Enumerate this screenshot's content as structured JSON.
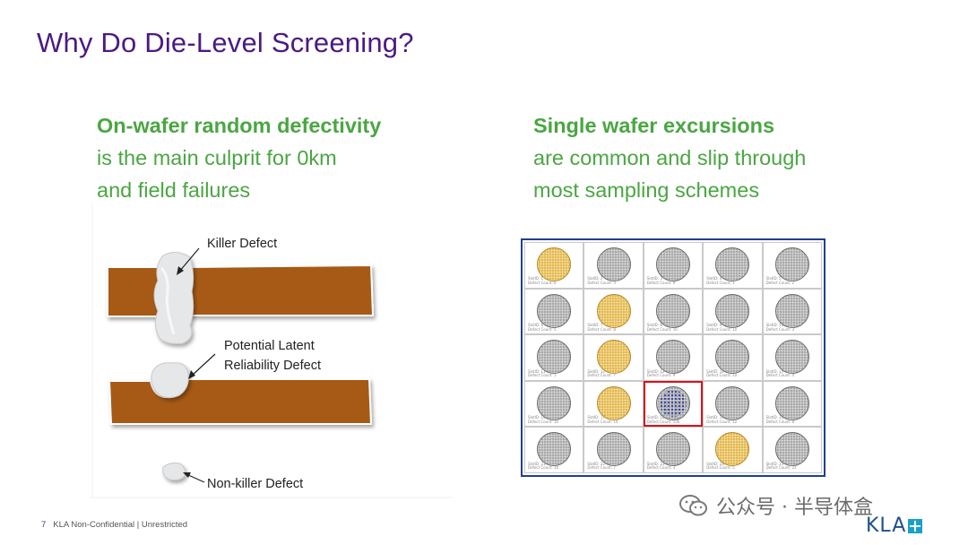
{
  "slide": {
    "title": "Why Do Die-Level Screening?",
    "page_number": "7",
    "footer_text": "KLA Non-Confidential | Unrestricted"
  },
  "left_column": {
    "lead": "On-wafer random defectivity",
    "line2": "is the main culprit for 0km",
    "line3": "and field failures"
  },
  "right_column": {
    "lead": "Single wafer excursions",
    "line2": "are common and slip through",
    "line3": "most sampling schemes"
  },
  "illustration": {
    "labels": {
      "killer": "Killer Defect",
      "latent_1": "Potential Latent",
      "latent_2": "Reliability Defect",
      "non_killer": "Non-killer Defect"
    },
    "colors": {
      "metal": "#a65a12",
      "defect": "#e6e7e8"
    }
  },
  "wafer_grid": {
    "highlight_color": "#d4161d",
    "cells": [
      {
        "slot": "SlotID: 1",
        "count": "Defect Count: 6",
        "color": "yellow"
      },
      {
        "slot": "SlotID: 2",
        "count": "Defect Count: 3",
        "color": "gray"
      },
      {
        "slot": "SlotID: 3",
        "count": "Defect Count: 9",
        "color": "gray"
      },
      {
        "slot": "SlotID: 4",
        "count": "Defect Count: 1",
        "color": "gray"
      },
      {
        "slot": "SlotID: 5",
        "count": "Defect Count: 2",
        "color": "gray"
      },
      {
        "slot": "SlotID: 6",
        "count": "Defect Count: 5",
        "color": "gray"
      },
      {
        "slot": "SlotID: 7",
        "count": "Defect Count: 8",
        "color": "yellow"
      },
      {
        "slot": "SlotID: 8",
        "count": "Defect Count: 10",
        "color": "gray"
      },
      {
        "slot": "SlotID: 9",
        "count": "Defect Count: 10",
        "color": "gray"
      },
      {
        "slot": "SlotID: 10",
        "count": "Defect Count: 3",
        "color": "gray"
      },
      {
        "slot": "SlotID: 11",
        "count": "Defect Count: 1",
        "color": "gray"
      },
      {
        "slot": "SlotID: 12",
        "count": "Defect Count: 7",
        "color": "yellow"
      },
      {
        "slot": "SlotID: 13",
        "count": "Defect Count: 9",
        "color": "gray"
      },
      {
        "slot": "SlotID: 14",
        "count": "Defect Count: 10",
        "color": "gray"
      },
      {
        "slot": "SlotID: 15",
        "count": "Defect Count: 4",
        "color": "gray"
      },
      {
        "slot": "SlotID: 16",
        "count": "Defect Count: 10",
        "color": "gray"
      },
      {
        "slot": "SlotID: 17",
        "count": "Defect Count: 14",
        "color": "yellow"
      },
      {
        "slot": "SlotID: 18",
        "count": "Defect Count: 136",
        "color": "gray",
        "excursion": true
      },
      {
        "slot": "SlotID: 19",
        "count": "Defect Count: 12",
        "color": "gray"
      },
      {
        "slot": "SlotID: 20",
        "count": "Defect Count: 8",
        "color": "gray"
      },
      {
        "slot": "SlotID: 21",
        "count": "Defect Count: 10",
        "color": "gray"
      },
      {
        "slot": "SlotID: 22",
        "count": "Defect Count: 7",
        "color": "gray"
      },
      {
        "slot": "SlotID: 23",
        "count": "Defect Count: 3",
        "color": "gray"
      },
      {
        "slot": "SlotID: 24",
        "count": "Defect Count: 5",
        "color": "yellow"
      },
      {
        "slot": "SlotID: 25",
        "count": "Defect Count: 22",
        "color": "gray"
      }
    ]
  },
  "watermark": {
    "text": "公众号 · 半导体盒",
    "icon": "wechat-icon"
  },
  "logo": {
    "text": "KLA"
  }
}
